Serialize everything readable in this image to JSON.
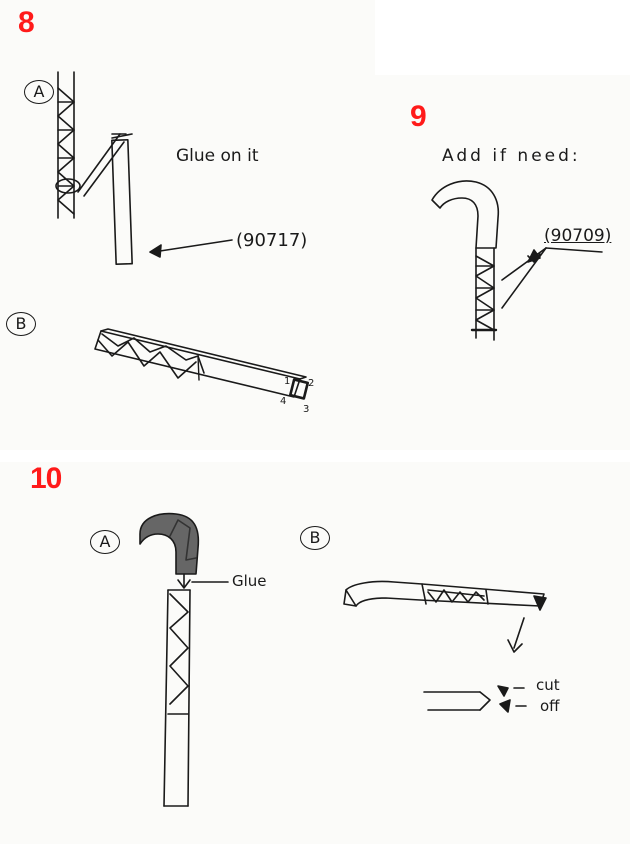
{
  "colors": {
    "step_number": "#ff1a1a",
    "ink": "#1a1a1a",
    "paper": "#fbfbf9"
  },
  "step8": {
    "number": "8",
    "part_a_label": "A",
    "part_b_label": "B",
    "instruction": "Glue on it",
    "part_code": "(90717)",
    "corner_numbers": [
      "1",
      "2",
      "3",
      "4"
    ]
  },
  "step9": {
    "number": "9",
    "instruction": "Add if need:",
    "part_code": "(90709)"
  },
  "step10": {
    "number": "10",
    "part_a_label": "A",
    "part_b_label": "B",
    "glue_label": "Glue",
    "cut_label": "cut",
    "off_label": "off"
  }
}
